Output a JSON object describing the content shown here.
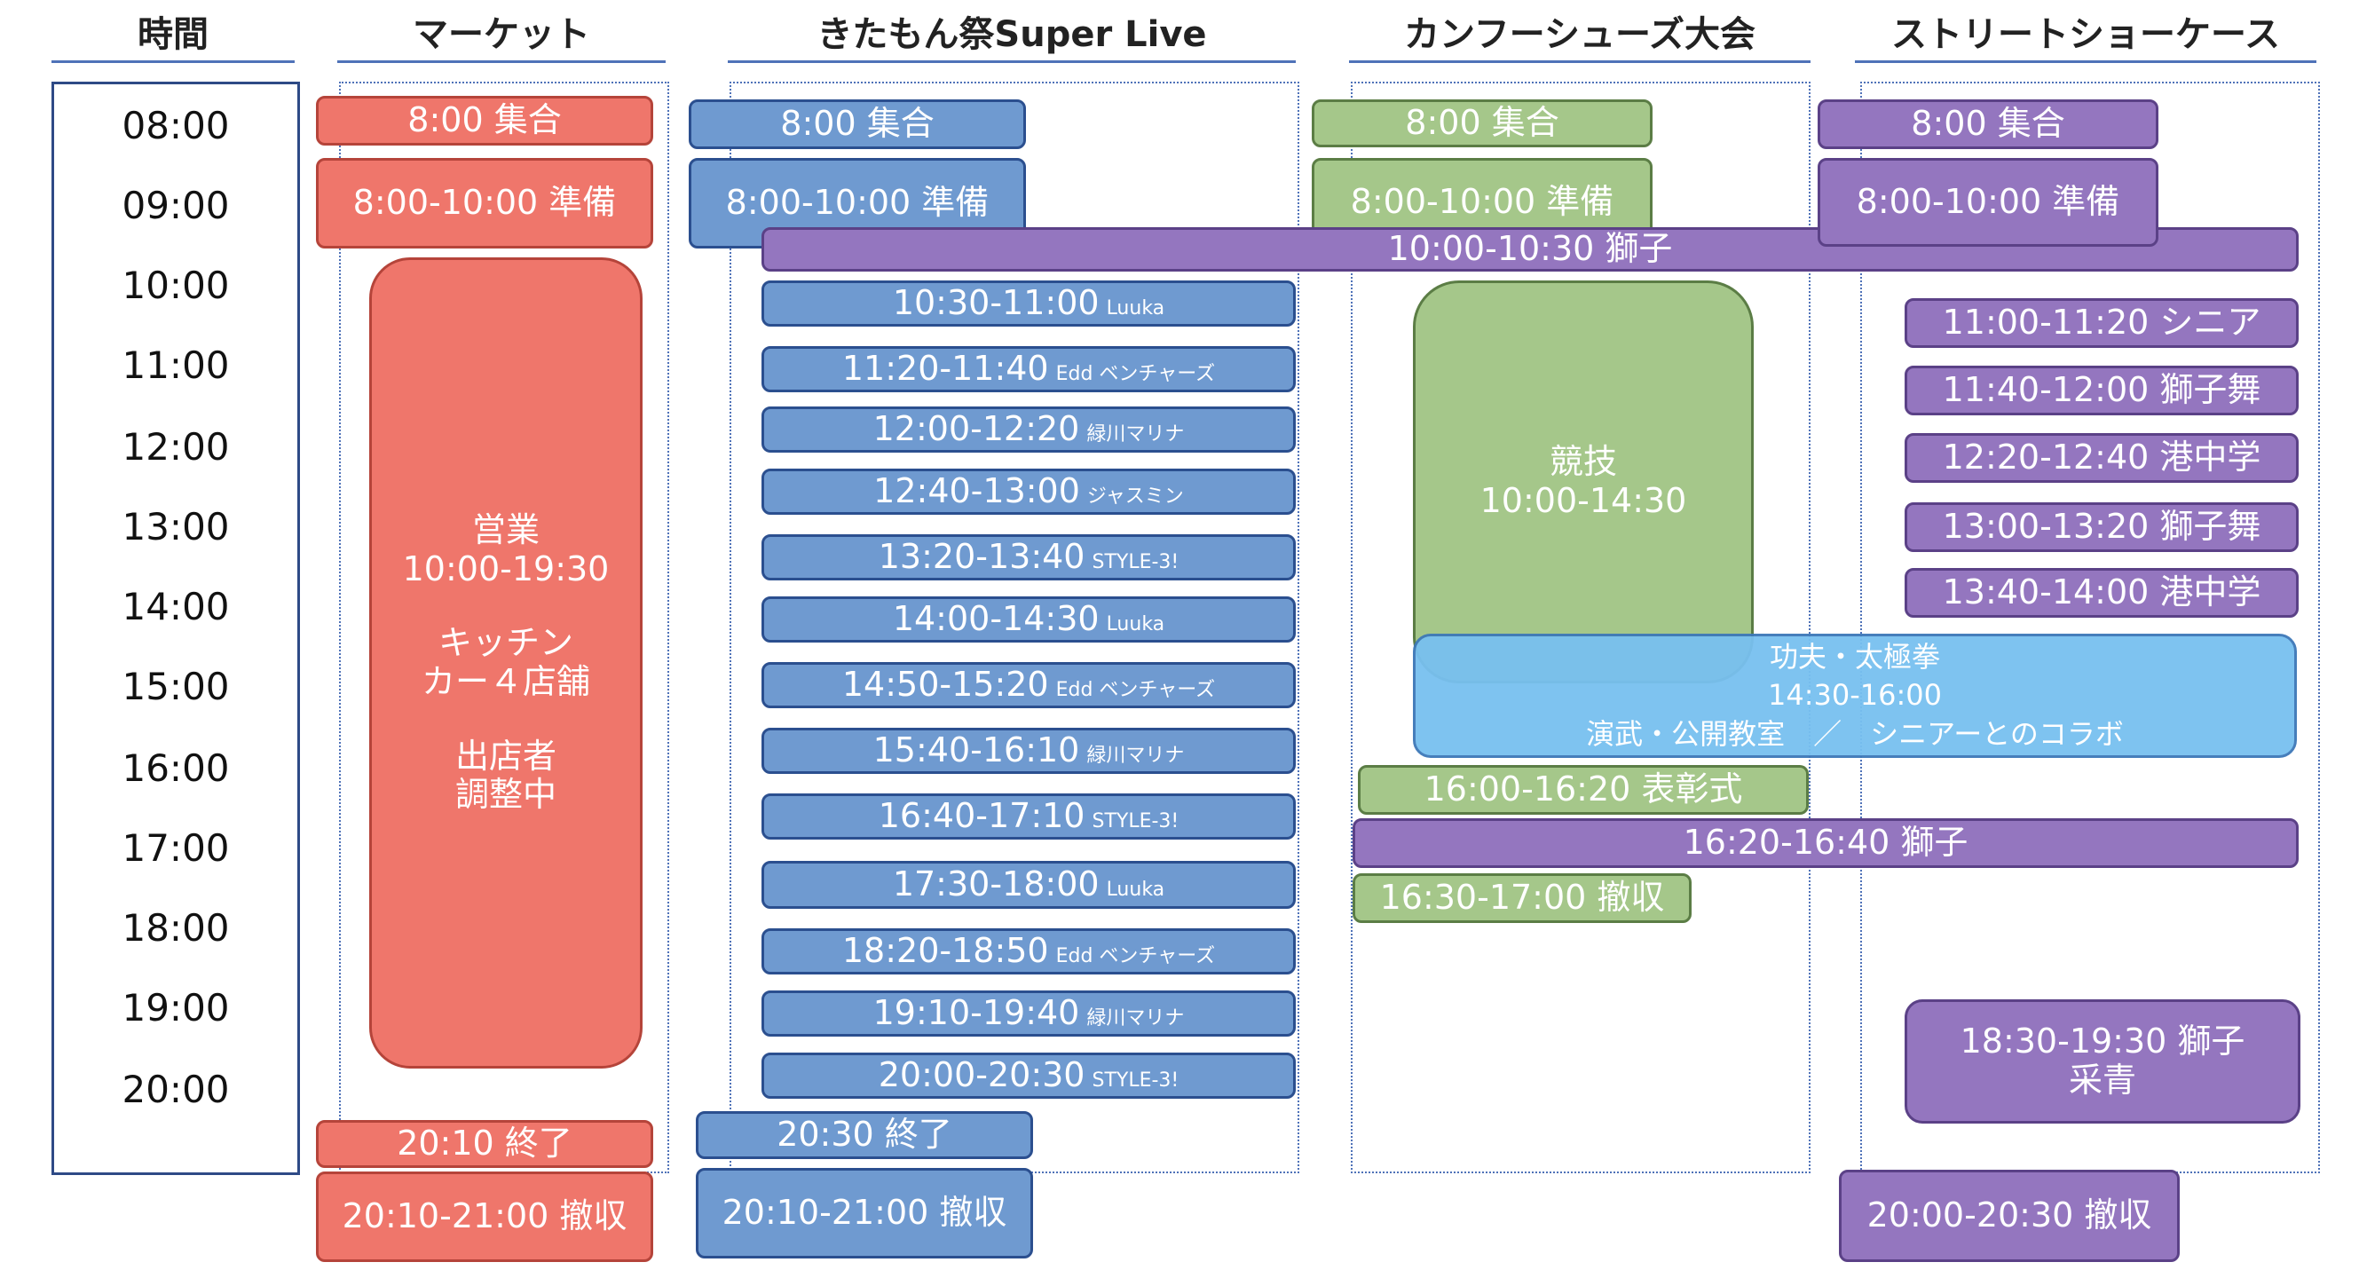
{
  "headers": {
    "time": "時間",
    "market": "マーケット",
    "live": "きたもん祭Super Live",
    "kungfu": "カンフーシューズ大会",
    "street": "ストリートショーケース"
  },
  "times": [
    "08:00",
    "09:00",
    "10:00",
    "11:00",
    "12:00",
    "13:00",
    "14:00",
    "15:00",
    "16:00",
    "17:00",
    "18:00",
    "19:00",
    "20:00"
  ],
  "market": {
    "gather": "8:00 集合",
    "prep": "8:00-10:00 準備",
    "business": {
      "l1": "営業",
      "l2": "10:00-19:30",
      "l3": "キッチン",
      "l4": "カー４店舗",
      "l5": "出店者",
      "l6": "調整中"
    },
    "end": "20:10 終了",
    "teardown": "20:10-21:00 撤収"
  },
  "live": {
    "gather": "8:00 集合",
    "prep": "8:00-10:00 準備",
    "acts": [
      {
        "time": "10:30-11:00",
        "name": "Luuka"
      },
      {
        "time": "11:20-11:40",
        "name": "Edd ベンチャーズ"
      },
      {
        "time": "12:00-12:20",
        "name": "緑川マリナ"
      },
      {
        "time": "12:40-13:00",
        "name": "ジャスミン"
      },
      {
        "time": "13:20-13:40",
        "name": "STYLE-3!"
      },
      {
        "time": "14:00-14:30",
        "name": "Luuka"
      },
      {
        "time": "14:50-15:20",
        "name": "Edd ベンチャーズ"
      },
      {
        "time": "15:40-16:10",
        "name": "緑川マリナ"
      },
      {
        "time": "16:40-17:10",
        "name": "STYLE-3!"
      },
      {
        "time": "17:30-18:00",
        "name": "Luuka"
      },
      {
        "time": "18:20-18:50",
        "name": "Edd ベンチャーズ"
      },
      {
        "time": "19:10-19:40",
        "name": "緑川マリナ"
      },
      {
        "time": "20:00-20:30",
        "name": "STYLE-3!"
      }
    ],
    "end": "20:30 終了",
    "teardown": "20:10-21:00 撤収"
  },
  "kungfu": {
    "gather": "8:00 集合",
    "prep": "8:00-10:00 準備",
    "competition": {
      "l1": "競技",
      "l2": "10:00-14:30"
    },
    "demo": {
      "l1": "功夫・太極拳",
      "l2": "14:30-16:00",
      "l3": "演武・公開教室　／　シニアーとのコラボ"
    },
    "award": "16:00-16:20 表彰式",
    "teardown": "16:30-17:00 撤収"
  },
  "shared": {
    "lion1": "10:00-10:30 獅子",
    "lion2": "16:20-16:40 獅子"
  },
  "street": {
    "gather": "8:00 集合",
    "prep": "8:00-10:00 準備",
    "items": [
      "11:00-11:20 シニア",
      "11:40-12:00 獅子舞",
      "12:20-12:40 港中学",
      "13:00-13:20 獅子舞",
      "13:40-14:00 港中学"
    ],
    "lion_final": {
      "l1": "18:30-19:30 獅子",
      "l2": "采青"
    },
    "teardown": "20:00-20:30 撤収"
  }
}
